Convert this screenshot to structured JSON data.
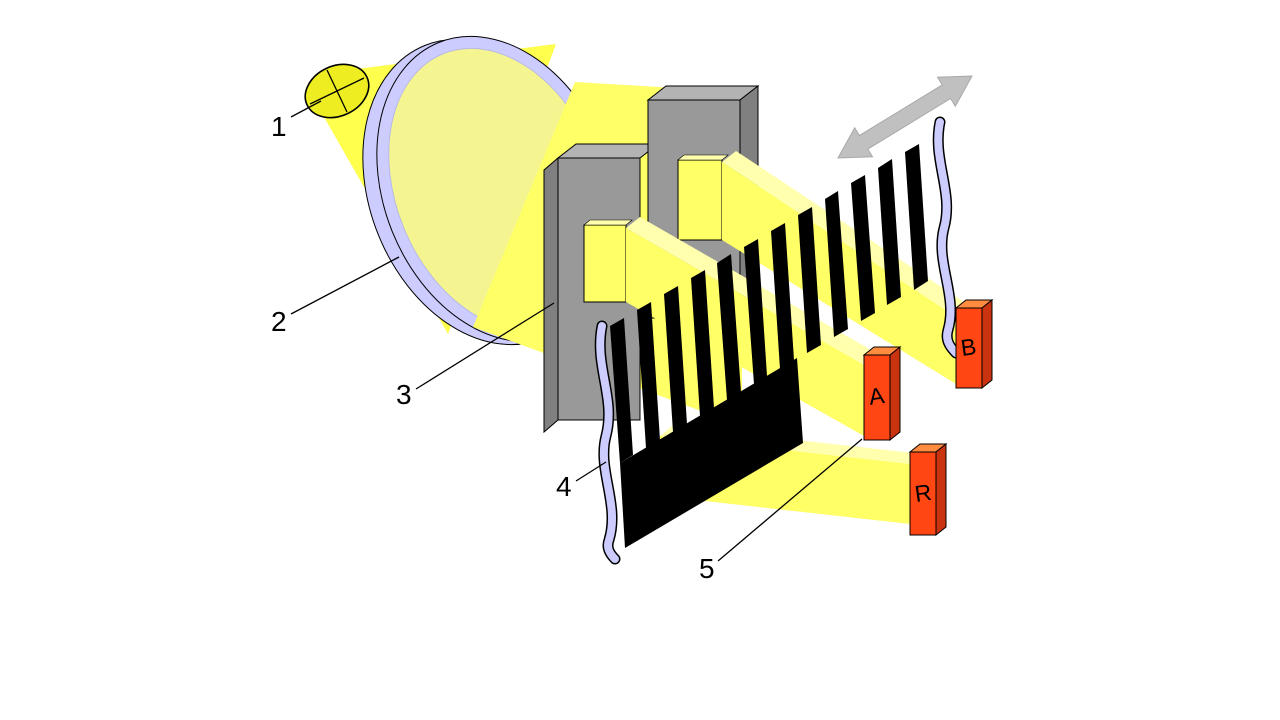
{
  "diagram": {
    "callouts": {
      "lamp": "1",
      "lens": "2",
      "mask": "3",
      "scale": "4",
      "detectors": "5"
    },
    "detector_labels": {
      "a": "A",
      "b": "B",
      "r": "R"
    },
    "colors": {
      "background": "#FFFFFF",
      "lamp_fill": "#EDED22",
      "light_cone": "#FFFF4D",
      "light_beam": "#FFFF66",
      "beam_top_face": "#FFFFAD",
      "lens_rim": "#CCCCFF",
      "lens_face": "#F4F490",
      "mask_front": "#999999",
      "mask_top": "#B3B3B3",
      "mask_side": "#808080",
      "scale_black": "#000000",
      "scale_torn_edge": "#CCCCFF",
      "detector_front": "#FF4613",
      "detector_top": "#FF8C3F",
      "detector_side": "#C93310",
      "motion_arrow": "#C0C0C0",
      "outline": "#000000"
    }
  }
}
